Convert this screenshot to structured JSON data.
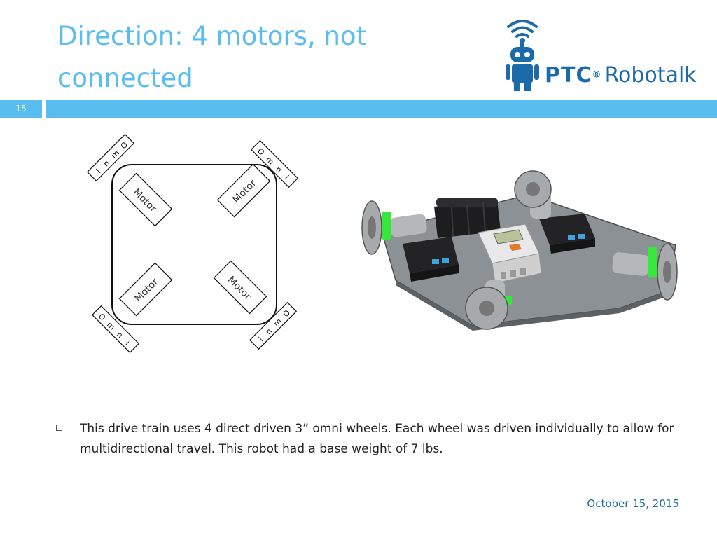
{
  "slide": {
    "title_line1": "Direction: 4 motors, not",
    "title_line2": "connected",
    "number": "15"
  },
  "logo": {
    "brand": "PTC",
    "registered": "®",
    "product": "Robotalk"
  },
  "diagram": {
    "motor_label": "Motor",
    "wheel_glyphs": [
      "O",
      "m",
      "n",
      "i"
    ]
  },
  "body": {
    "bullet_text": "This drive train uses 4 direct driven 3” omni wheels. Each wheel was driven individually to allow for multidirectional travel. This robot had a base weight of 7 lbs."
  },
  "footer": {
    "date": "October 15, 2015"
  },
  "colors": {
    "accent": "#59bdf0",
    "brand": "#1b6aa9",
    "wheel_mount": "#35e83a",
    "plate": "#8c9195"
  }
}
